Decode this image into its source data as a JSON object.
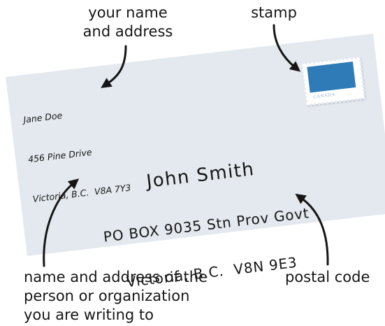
{
  "labels": {
    "sender": [
      "your name",
      "and address"
    ],
    "stamp": "stamp",
    "recipient": [
      "name and address of the",
      "person or organization",
      "you are writing to"
    ],
    "postal_code": "postal code"
  },
  "envelope": {
    "return_address": [
      "Jane Doe",
      "456 Pine Drive",
      "Victoria, B.C.  V8A 7Y3"
    ],
    "recipient_address": [
      "John Smith",
      "PO BOX 9035 Stn Prov Govt",
      "Victoria, B.C.  V8N 9E3"
    ],
    "stamp": {
      "country": "CANADA"
    }
  },
  "colors": {
    "background": "#ffffff",
    "envelope": "#e4e9ef",
    "stamp_paper": "#ffffff",
    "stamp_image": "#2e7bb7",
    "stamp_text": "#8db0cf",
    "ink": "#161616"
  }
}
